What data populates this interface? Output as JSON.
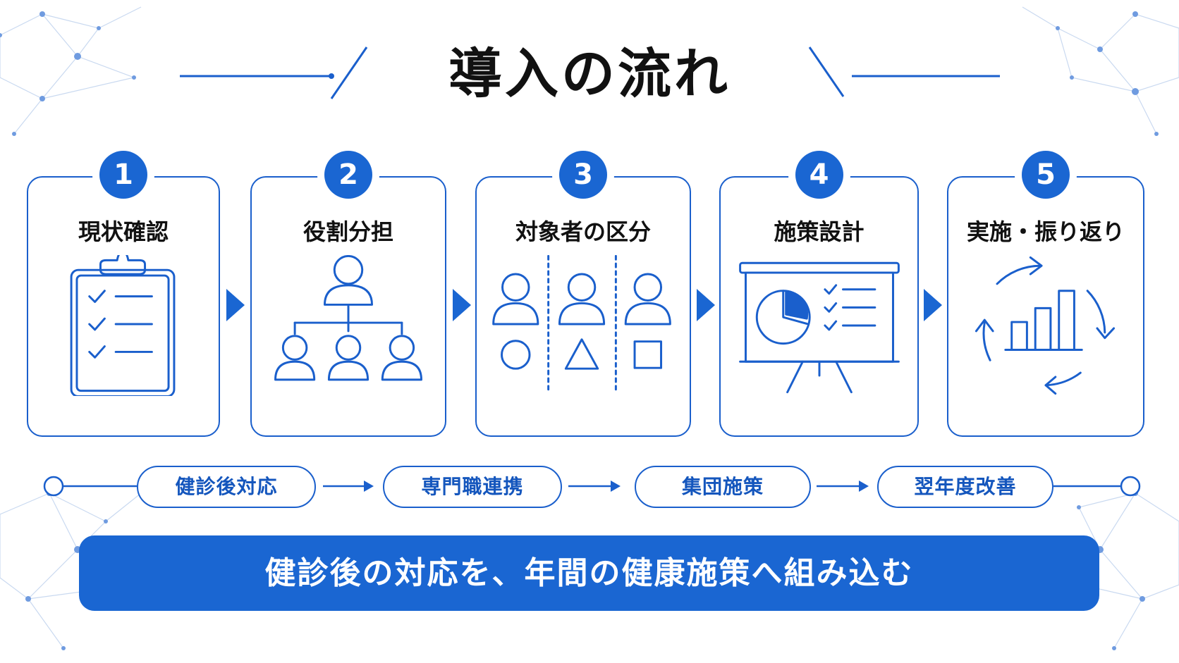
{
  "title": "導入の流れ",
  "colors": {
    "accent": "#1a66d2",
    "line": "#1a5fcc",
    "text": "#111111",
    "network": "#c8d8f0"
  },
  "steps": [
    {
      "number": "1",
      "label": "現状確認",
      "icon": "clipboard-checklist-icon"
    },
    {
      "number": "2",
      "label": "役割分担",
      "icon": "org-chart-icon"
    },
    {
      "number": "3",
      "label": "対象者の区分",
      "icon": "segmented-people-icon"
    },
    {
      "number": "4",
      "label": "施策設計",
      "icon": "presentation-board-icon"
    },
    {
      "number": "5",
      "label": "実施・振り返り",
      "icon": "cycle-chart-icon"
    }
  ],
  "flow": [
    {
      "label": "健診後対応"
    },
    {
      "label": "専門職連携"
    },
    {
      "label": "集団施策"
    },
    {
      "label": "翌年度改善"
    }
  ],
  "banner": "健診後の対応を、年間の健康施策へ組み込む"
}
